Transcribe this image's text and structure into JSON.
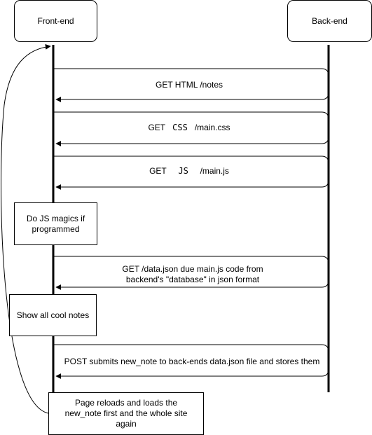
{
  "actors": {
    "frontend": "Front-end",
    "backend": "Back-end"
  },
  "messages": {
    "html": "GET HTML /notes",
    "css_get": "GET",
    "css_word": "CSS",
    "css_path": "/main.css",
    "js_get": "GET",
    "js_word": "JS",
    "js_path": "/main.js",
    "data_line1": "GET /data.json due main.js code from",
    "data_line2": "backend's \"database\" in json format",
    "post": "POST submits new_note to back-ends data.json file and stores them"
  },
  "notes": {
    "js_magic": "Do JS magics if programmed",
    "show_notes": "Show all cool notes",
    "reload": "Page reloads and loads the new_note first and the whole site again"
  }
}
